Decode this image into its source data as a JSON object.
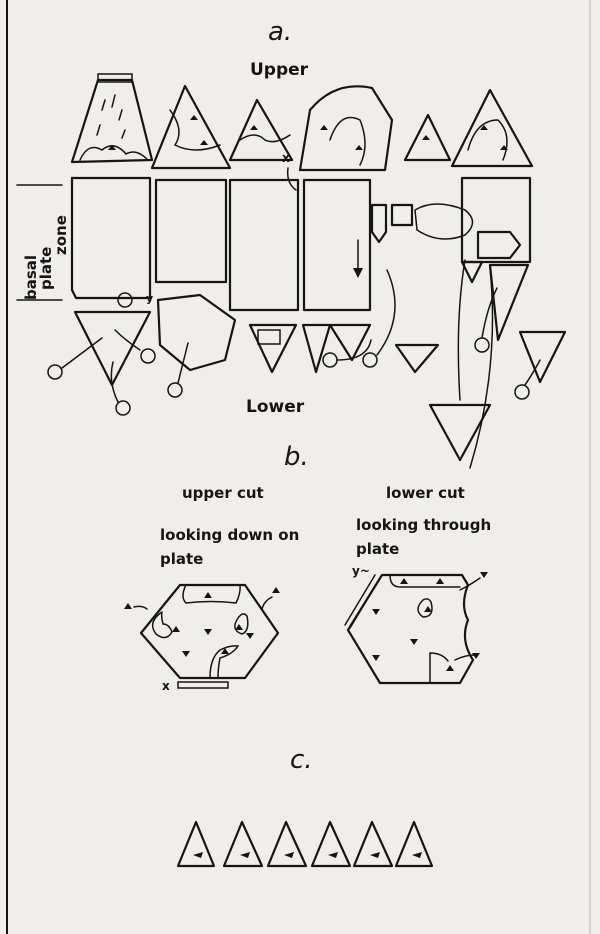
{
  "figure": {
    "panel_a": {
      "label": "a.",
      "upper_label": "Upper",
      "lower_label": "Lower",
      "zone_label_words": [
        "basal",
        "plate",
        "zone"
      ],
      "marker_x": "x",
      "marker_y": "y"
    },
    "panel_b": {
      "label": "b.",
      "left_title": "upper cut",
      "left_caption_lines": [
        "looking down on",
        "plate"
      ],
      "right_title": "lower cut",
      "right_caption_lines": [
        "looking through",
        "plate"
      ],
      "marker_x": "x",
      "marker_y": "y~"
    },
    "panel_c": {
      "label": "c.",
      "triangle_count": 6
    }
  }
}
